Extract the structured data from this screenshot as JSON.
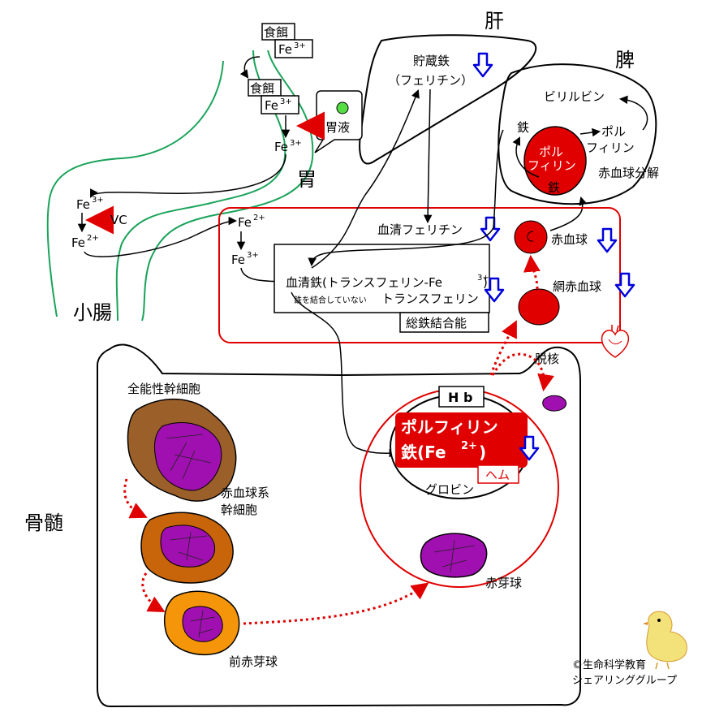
{
  "organs": {
    "liver": "肝",
    "spleen": "脾",
    "stomach": "胃",
    "small_intestine": "小腸",
    "bone_marrow": "骨髄"
  },
  "stomach": {
    "food1": "食餌",
    "food1_fe": "Fe",
    "food1_fe_sup": "3+",
    "food2": "食餌",
    "food2_fe": "Fe",
    "food2_fe_sup": "3+",
    "fe_mid": "Fe",
    "fe_mid_sup": "3+",
    "gastric_juice": "胃液"
  },
  "intestine": {
    "fe3": "Fe",
    "fe3_sup": "3+",
    "vc": "VC",
    "fe2": "Fe",
    "fe2_sup": "2+"
  },
  "liver": {
    "storage_iron": "貯蔵鉄",
    "ferritin": "（フェリチン）"
  },
  "spleen": {
    "bilirubin": "ビリルビン",
    "iron": "鉄",
    "porphyrin_right": "ポル\nフィリン",
    "porphyrin_right_l1": "ポル",
    "porphyrin_right_l2": "フィリン",
    "cell_porphyrin_l1": "ポル",
    "cell_porphyrin_l2": "フィリン",
    "cell_iron": "鉄",
    "rbc_breakdown": "赤血球分解"
  },
  "blood": {
    "fe2": "Fe",
    "fe2_sup": "2+",
    "fe3": "Fe",
    "fe3_sup": "3+",
    "serum_ferritin": "血清フェリチン",
    "serum_iron": "血清鉄(トランスフェリン-Fe",
    "serum_iron_sup": "3+",
    "serum_iron_close": ")",
    "unbound_small": "鉄を結合していない",
    "unbound_main": "トランスフェリン",
    "tibc": "総鉄結合能",
    "rbc": "赤血球",
    "reticulocyte": "網赤血球"
  },
  "marrow": {
    "stem_cell": "全能性幹細胞",
    "erythroid_stem_l1": "赤血球系",
    "erythroid_stem_l2": "幹細胞",
    "proerythroblast": "前赤芽球",
    "erythroblast": "赤芽球",
    "enucleation": "脱核",
    "hb": "H b",
    "porphyrin": "ポルフィリン",
    "iron_fe2": "鉄(Fe",
    "iron_fe2_sup": "2+",
    "iron_fe2_close": ")",
    "heme": "ヘム",
    "globin": "グロビン"
  },
  "credit": {
    "line1": "©生命科学教育",
    "line2": "シェアリンググループ"
  },
  "colors": {
    "red": "#e00000",
    "blue_arrow": "#0000dd",
    "green_tract": "#1aa35a",
    "stem_brown": "#9b5f2a",
    "erythroid_brown": "#c8650a",
    "proerythro_orange": "#f5960a",
    "nucleus_purple": "#a010b0"
  },
  "icons": [
    "down-arrow-icon",
    "heart-icon",
    "chick-icon"
  ]
}
